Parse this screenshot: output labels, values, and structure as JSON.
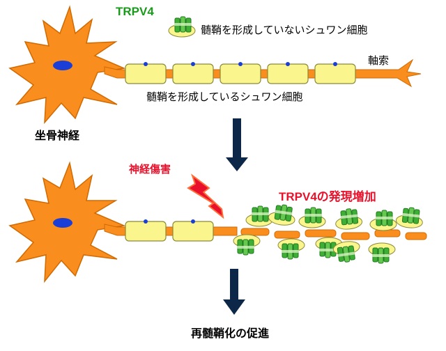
{
  "labels": {
    "trpv4": "TRPV4",
    "non_myelinating": "髄鞘を形成していないシュワン細胞",
    "axon": "軸索",
    "myelinating": "髄鞘を形成しているシュワン細胞",
    "sciatic_nerve": "坐骨神経",
    "nerve_injury": "神経傷害",
    "trpv4_increase": "TRPV4の発現増加",
    "remyelination": "再髄鞘化の促進"
  },
  "colors": {
    "neuron": "#f98d1e",
    "neuron_outline": "#d06a00",
    "nucleus": "#1b3fd6",
    "schwann": "#faf58c",
    "schwann_outline": "#8a8a3a",
    "channel": "#3fae35",
    "channel_dark": "#1f7a1f",
    "arrow": "#0d2748",
    "lightning": "#e8102a",
    "lightning_outline": "#ff6e3a"
  },
  "icons": {
    "flow_arrow": "down-arrow-icon",
    "injury": "lightning-bolt-icon",
    "channel": "trpv4-channel-icon"
  }
}
